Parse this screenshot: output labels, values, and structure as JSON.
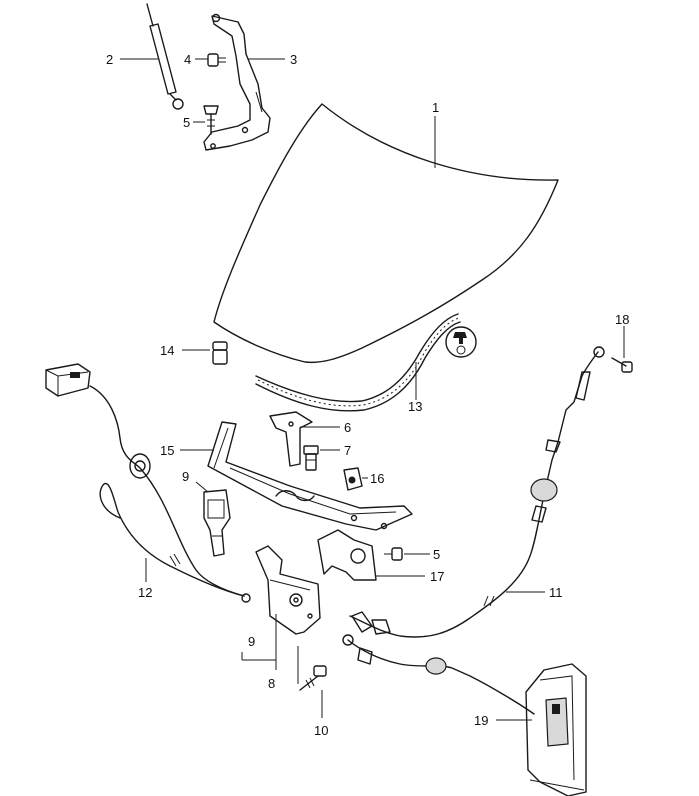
{
  "callouts": [
    {
      "id": "c1",
      "text": "1"
    },
    {
      "id": "c2",
      "text": "2"
    },
    {
      "id": "c3",
      "text": "3"
    },
    {
      "id": "c4",
      "text": "4"
    },
    {
      "id": "c5a",
      "text": "5"
    },
    {
      "id": "c5b",
      "text": "5"
    },
    {
      "id": "c6",
      "text": "6"
    },
    {
      "id": "c7",
      "text": "7"
    },
    {
      "id": "c8",
      "text": "8"
    },
    {
      "id": "c9a",
      "text": "9"
    },
    {
      "id": "c9b",
      "text": "9"
    },
    {
      "id": "c10",
      "text": "10"
    },
    {
      "id": "c11",
      "text": "11"
    },
    {
      "id": "c12",
      "text": "12"
    },
    {
      "id": "c13",
      "text": "13"
    },
    {
      "id": "c14",
      "text": "14"
    },
    {
      "id": "c15",
      "text": "15"
    },
    {
      "id": "c16",
      "text": "16"
    },
    {
      "id": "c17",
      "text": "17"
    },
    {
      "id": "c18",
      "text": "18"
    },
    {
      "id": "c19",
      "text": "19"
    }
  ],
  "symbols": {
    "grease_icon": "lubricant-symbol"
  }
}
